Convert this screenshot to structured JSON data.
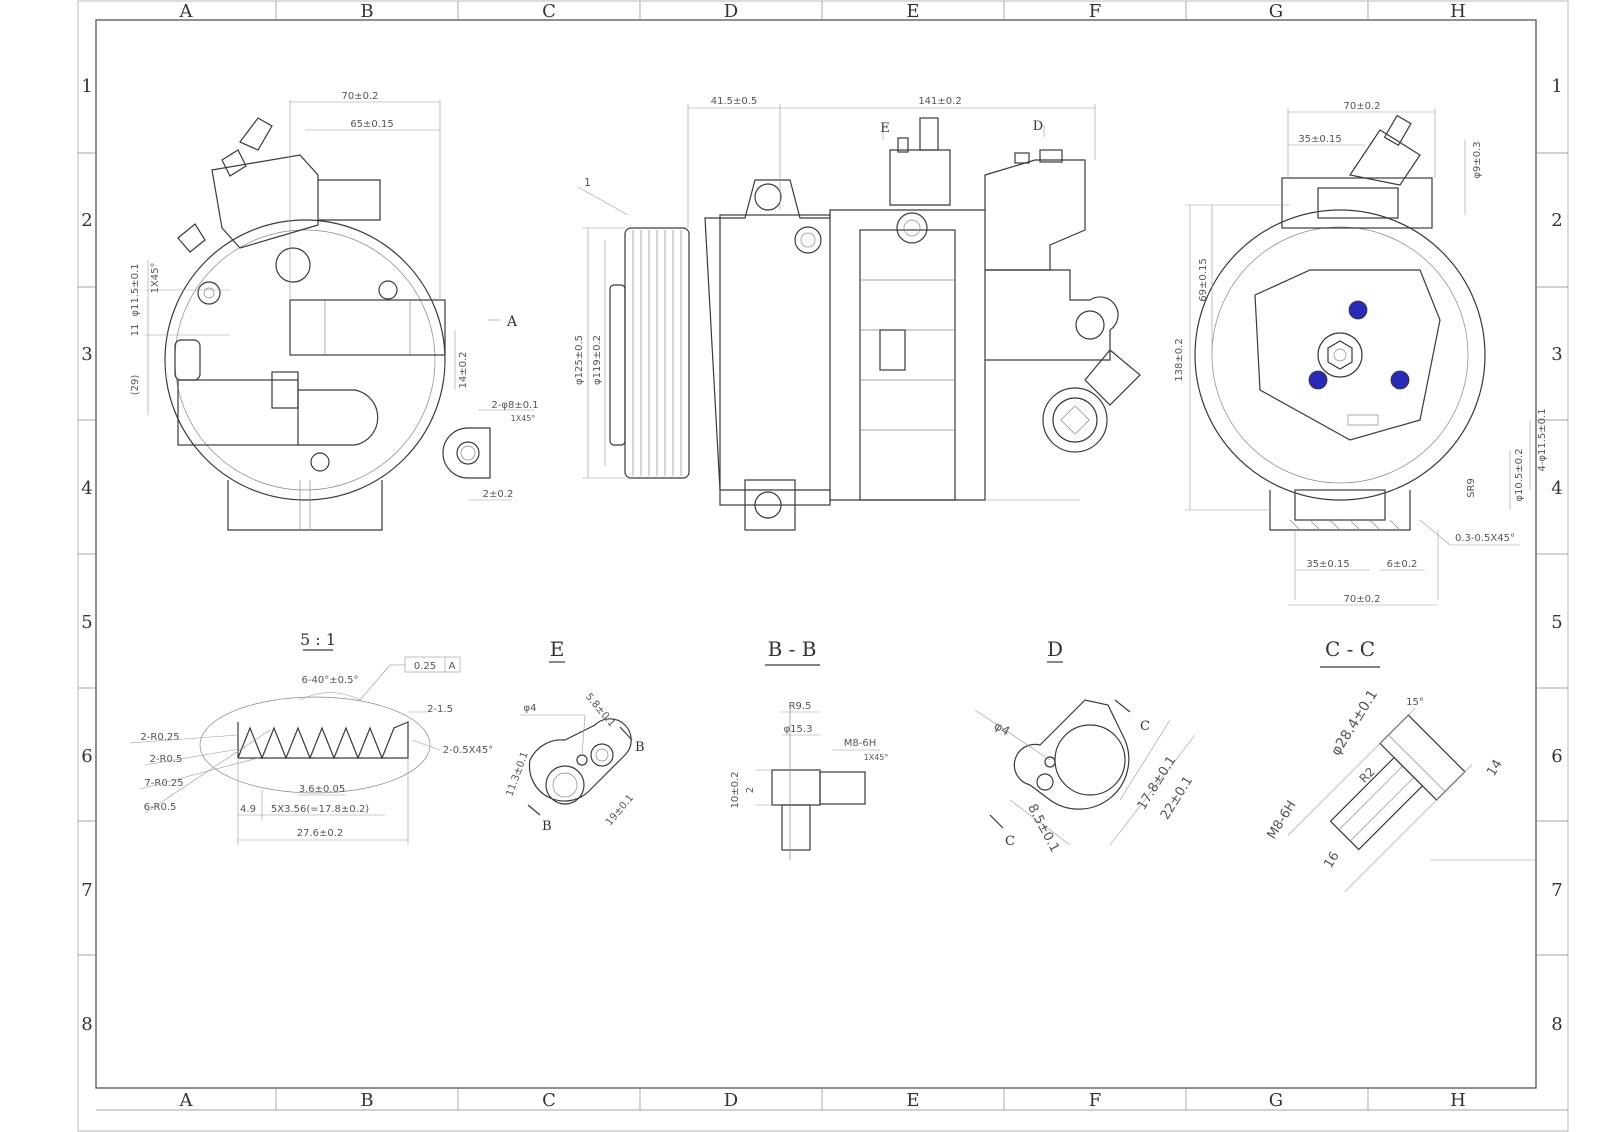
{
  "grid": {
    "columns": [
      "A",
      "B",
      "C",
      "D",
      "E",
      "F",
      "G",
      "H"
    ],
    "rows": [
      "1",
      "2",
      "3",
      "4",
      "5",
      "6",
      "7",
      "8"
    ]
  },
  "labels": {
    "view_marker_a": "A",
    "view_marker_e": "E",
    "view_marker_d": "D",
    "callout_1": "1",
    "scale": "5 : 1",
    "title_e": "E",
    "title_bb": "B - B",
    "title_d": "D",
    "title_cc": "C - C",
    "sec_b1": "B",
    "sec_b2": "B",
    "sec_c1": "C",
    "sec_c2": "C"
  },
  "dims": {
    "left": {
      "d70": "70±0.2",
      "d65": "65±0.15",
      "d11_5": "φ11.5±0.1",
      "dk1": "1X45°",
      "d11": "11",
      "d29": "(29)",
      "d14": "14±0.2",
      "d2hole": "2-φ8±0.1",
      "dk2": "1X45°",
      "d2": "2±0.2"
    },
    "front": {
      "d41": "41.5±0.5",
      "d141": "141±0.2",
      "d125": "φ125±0.5",
      "d119": "φ119±0.2"
    },
    "right": {
      "d70a": "70±0.2",
      "d35a": "35±0.15",
      "d9": "φ9±0.3",
      "d69": "69±0.15",
      "d138": "138±0.2",
      "d4x": "4-φ11.5±0.1",
      "d10": "φ10.5±0.2",
      "dsr": "SR9",
      "d03": "0.3-0.5X45°",
      "d35b": "35±0.15",
      "d6": "6±0.2",
      "d70b": "70±0.2"
    },
    "pulley": {
      "d6_40": "6-40°±0.5°",
      "tol": "0.25",
      "tolref": "A",
      "r1": "2-R0.25",
      "r2": "2-R0.5",
      "r3": "7-R0.25",
      "r4": "6-R0.5",
      "p36": "3.6±0.05",
      "p5x": "5X3.56(=17.8±0.2)",
      "p49": "4.9",
      "p276": "27.6±0.2",
      "p15": "2-1.5",
      "p05": "2-0.5X45°"
    },
    "e": {
      "d4": "φ4",
      "d11": "11.3±0.1",
      "d58": "5.8±0.1",
      "d19": "19±0.1"
    },
    "bb": {
      "r95": "R9.5",
      "d153": "φ15.3",
      "d2": "2",
      "m8": "M8-6H",
      "k": "1X45°",
      "d1": "10±0.2"
    },
    "d": {
      "d4": "φ4",
      "d178": "17.8±0.1",
      "d22": "22±0.1",
      "d85": "8.5±0.1"
    },
    "cc": {
      "d284": "φ28.4±0.1",
      "a15": "15°",
      "r2": "R2",
      "m8": "M8-6H",
      "d14": "14",
      "d16": "16"
    }
  },
  "colors": {
    "line": "#3a3a3a",
    "dimension": "#999999",
    "bolt": "#2a2ab8"
  }
}
